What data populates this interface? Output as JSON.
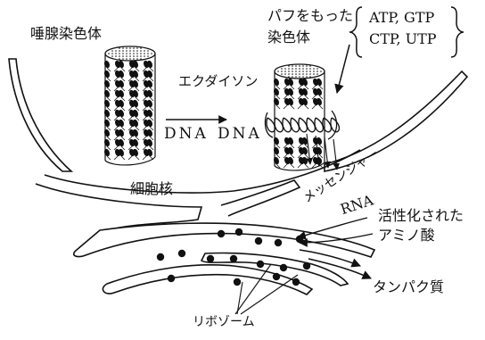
{
  "labels": {
    "salivary_chromosome": "唾腺染色体",
    "puffed_chromosome_line1": "パフをもった",
    "puffed_chromosome_line2": "染色体",
    "nucleotides_line1": "ATP, GTP",
    "nucleotides_line2": "CTP, UTP",
    "ecdysone": "エクダイソン",
    "dna_left": "DNA",
    "dna_right": "DNA",
    "nucleus": "細胞核",
    "messenger": "メッセンジャー",
    "rna": "RNA",
    "activated_line1": "活性化された",
    "activated_line2": "アミノ酸",
    "protein": "タンパク質",
    "ribosome": "リボゾーム"
  },
  "colors": {
    "ink": "#111111",
    "background": "#ffffff"
  }
}
